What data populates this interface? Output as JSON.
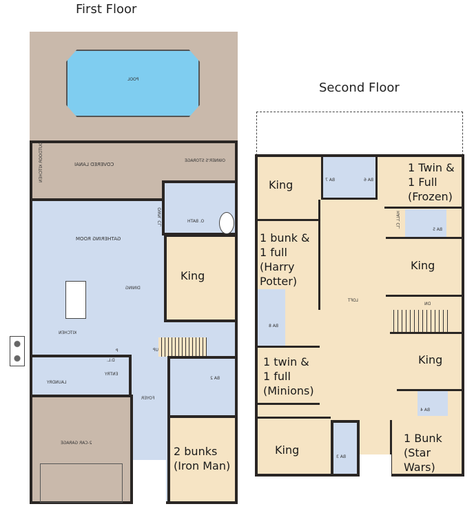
{
  "floors": [
    {
      "title": "First Floor",
      "rooms": {
        "bedroom_king": "King",
        "bedroom_bunks": "2 bunks (Iron Man)"
      },
      "labels": {
        "pool": "POOL",
        "lanai": "COVERED LANAI",
        "outdoor_kitchen": "OUTDOOR KITCHEN",
        "storage": "OWNER'S STORAGE",
        "obath": "O. BATH",
        "owncl": "OWN. CL.",
        "gathering": "GATHERING ROOM",
        "dining": "DINING",
        "kitchen": "KITCHEN",
        "laundry": "LAUNDRY",
        "entry": "ENTRY",
        "foyer": "FOYER",
        "garage": "2-CAR GARAGE",
        "ba2": "BA 2",
        "up": "UP",
        "dl": "D.L.",
        "p": "P"
      }
    },
    {
      "title": "Second Floor",
      "rooms": {
        "king1": "King",
        "frozen": "1 Twin & 1 Full (Frozen)",
        "harry": "1 bunk & 1 full (Harry Potter)",
        "king2": "King",
        "minions": "1 twin & 1 full (Minions)",
        "king3": "King",
        "king4": "King",
        "starwars": "1 Bunk (Star Wars)"
      },
      "labels": {
        "loft": "LOFT",
        "ba3": "BA 3",
        "ba4": "BA 4",
        "ba5": "BA 5",
        "ba6": "BA 6",
        "ba7": "BA 7",
        "ba8": "BA 8",
        "hallcl": "HALL CL.",
        "dn": "DN"
      }
    }
  ],
  "colors": {
    "bedroom": "#f6e4c4",
    "living": "#cfdcef",
    "outdoor": "#c9b9ab",
    "pool": "#7fcdf0",
    "wall": "#2a2624"
  }
}
